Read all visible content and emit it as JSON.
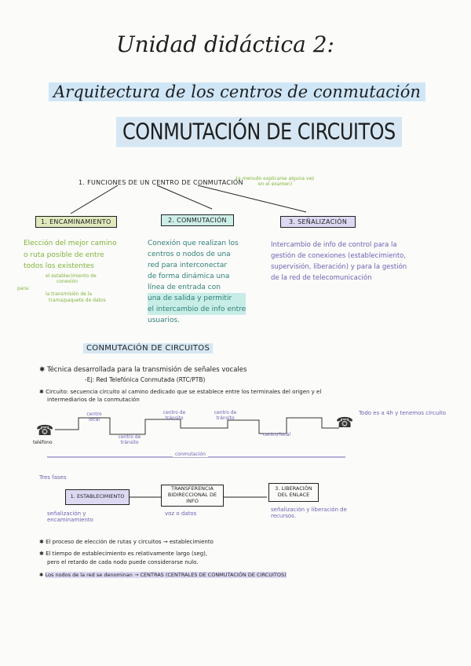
{
  "title": "Unidad didáctica 2:",
  "subtitle": "Arquitectura de los centros de conmutación",
  "heading": "CONMUTACIÓN DE CIRCUITOS",
  "functions": {
    "label": "1. FUNCIONES DE UN CENTRO DE CONMUTACIÓN",
    "note": "(a menudo explicarse alguna vez en el examen)",
    "items": [
      {
        "label": "1. ENCAMINAMIENTO"
      },
      {
        "label": "2. CONMUTACIÓN"
      },
      {
        "label": "3. SEÑALIZACIÓN"
      }
    ],
    "enc_text1": "Elección del mejor camino",
    "enc_text2": "o ruta posible de entre",
    "enc_text3": "todos los existentes",
    "enc_sub1": "el establecimiento de",
    "enc_sub2": "conexión",
    "enc_para": "para:",
    "enc_sub3": "la transmisión de la",
    "enc_sub4": "trama/paquete de datos",
    "conm_lines": [
      "Conexión que realizan los",
      "centros o nodos de una",
      "red para interconectar",
      "de forma dinámica una",
      "línea de entrada con",
      "una de salida y permitir",
      "el intercambio de info entre",
      "usuarios."
    ],
    "sen_lines": [
      "Intercambio de info de control para la",
      "gestión de conexiones (establecimiento,",
      "supervisión, liberación) y para la gestión",
      "de la red de telecomunicación"
    ]
  },
  "section2": {
    "title": "CONMUTACIÓN DE CIRCUITOS",
    "bullet1": "Técnica desarrollada para la transmisión de señales vocales",
    "example": "-Ej: Red Telefónica Conmutada (RTC/PTB)",
    "bullet2a": "Circuito: secuencia circuito al camino dedicado que se establece entre los terminales del origen y el",
    "bullet2b": "intermediarios de la conmutación",
    "diagram": {
      "label_phone": "teléfono",
      "label_c1": "centro local",
      "label_c2": "centro de tránsito",
      "label_c3": "centro de tránsito",
      "label_c4": "centro de tránsito",
      "label_c5": "centro local",
      "note": "Todo es a 4h y tenemos circuito",
      "span": "conmutación"
    },
    "phases_label": "Tres fases",
    "phases": [
      {
        "label": "1. ESTABLECIMIENTO"
      },
      {
        "label": "TRANSFERENCIA BIDIRECCIONAL DE INFO"
      },
      {
        "label": "3. LIBERACIÓN DEL ENLACE"
      }
    ],
    "phase_notes": [
      "señalización y encaminamiento",
      "voz o datos",
      "señalización y liberación de recursos."
    ],
    "b3": "El proceso de elección de rutas y circuitos → establecimiento",
    "b4a": "El tiempo de establecimiento es relativamente largo (seg),",
    "b4b": "pero el retardo de cada nodo puede considerarse nulo.",
    "b5": "Los nodos de la red se denominan → CENTRAS (CENTRALES DE CONMUTACIÓN DE CIRCUITOS)"
  }
}
